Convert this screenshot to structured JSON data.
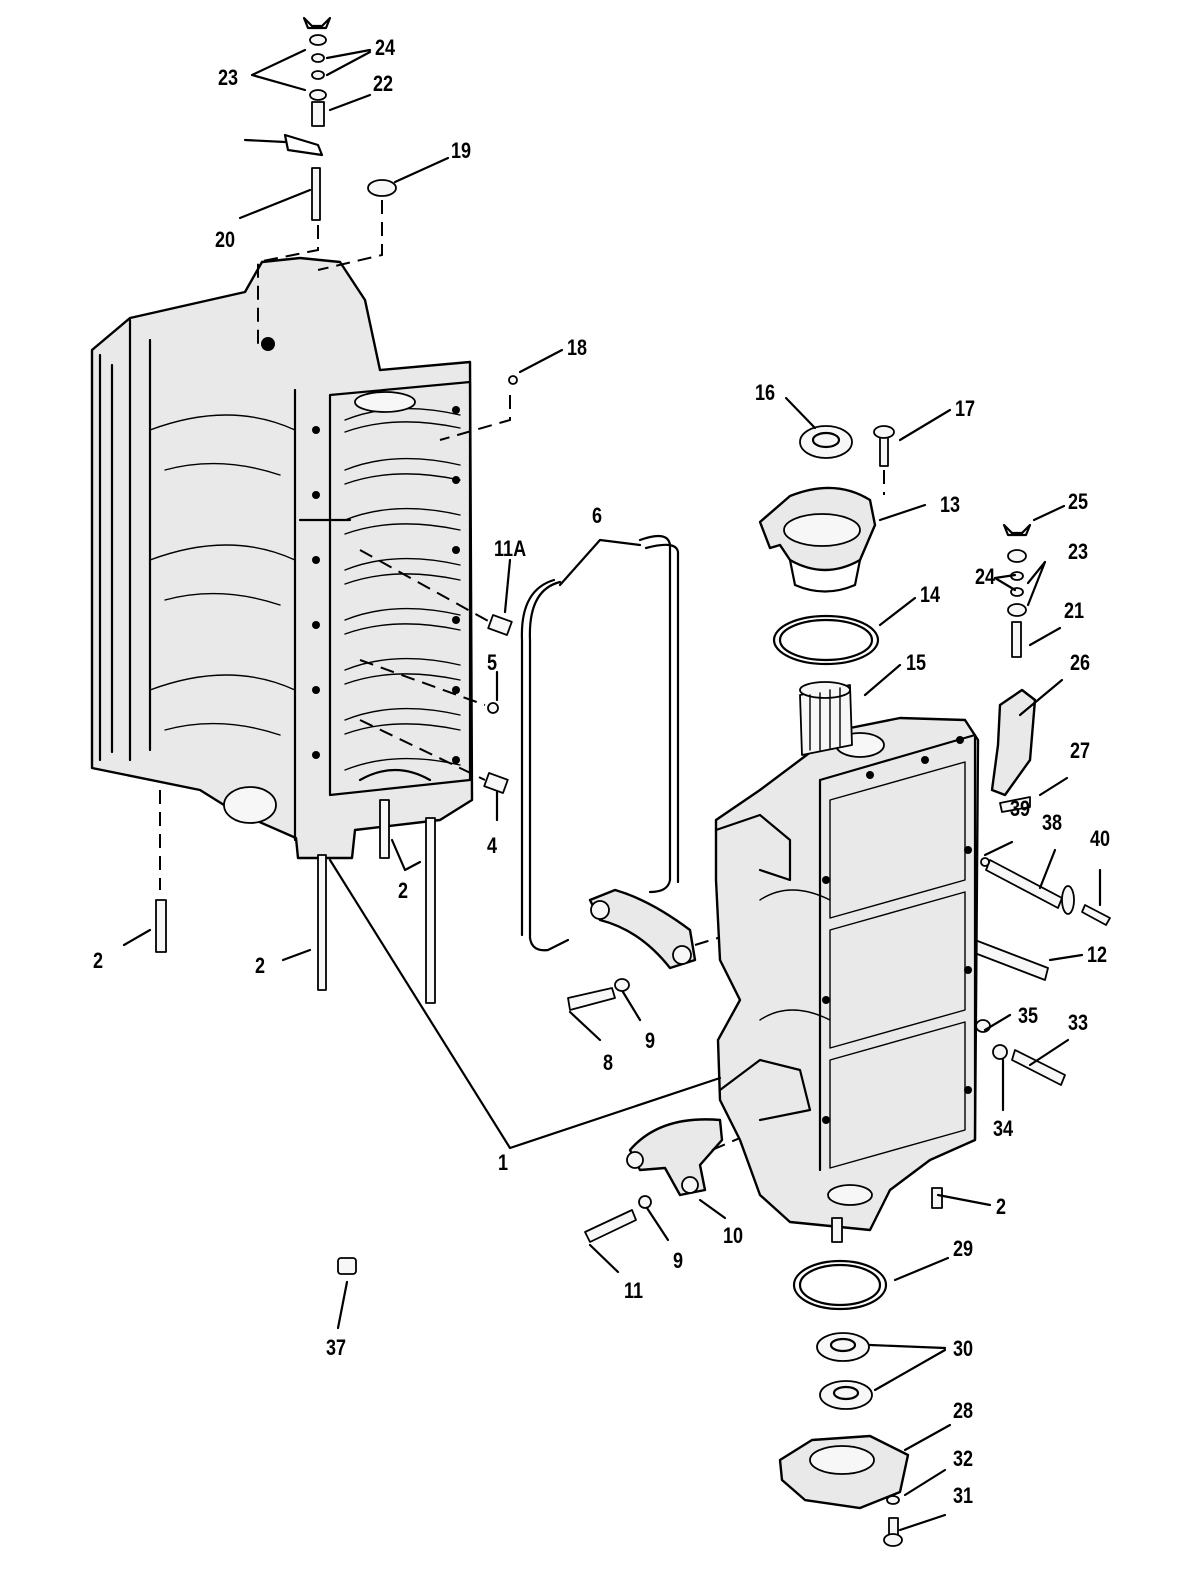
{
  "diagram": {
    "callouts": [
      {
        "id": "c1",
        "text": "1"
      },
      {
        "id": "c2a",
        "text": "2"
      },
      {
        "id": "c2b",
        "text": "2"
      },
      {
        "id": "c2c",
        "text": "2"
      },
      {
        "id": "c2d",
        "text": "2"
      },
      {
        "id": "c4",
        "text": "4"
      },
      {
        "id": "c5",
        "text": "5"
      },
      {
        "id": "c6",
        "text": "6"
      },
      {
        "id": "c8",
        "text": "8"
      },
      {
        "id": "c9a",
        "text": "9"
      },
      {
        "id": "c9b",
        "text": "9"
      },
      {
        "id": "c10",
        "text": "10"
      },
      {
        "id": "c11",
        "text": "11"
      },
      {
        "id": "c11a",
        "text": "11A"
      },
      {
        "id": "c12",
        "text": "12"
      },
      {
        "id": "c13",
        "text": "13"
      },
      {
        "id": "c14",
        "text": "14"
      },
      {
        "id": "c15",
        "text": "15"
      },
      {
        "id": "c16",
        "text": "16"
      },
      {
        "id": "c17",
        "text": "17"
      },
      {
        "id": "c18",
        "text": "18"
      },
      {
        "id": "c19",
        "text": "19"
      },
      {
        "id": "c20",
        "text": "20"
      },
      {
        "id": "c21",
        "text": "21"
      },
      {
        "id": "c22",
        "text": "22"
      },
      {
        "id": "c23a",
        "text": "23"
      },
      {
        "id": "c23b",
        "text": "23"
      },
      {
        "id": "c24a",
        "text": "24"
      },
      {
        "id": "c24b",
        "text": "24"
      },
      {
        "id": "c25",
        "text": "25"
      },
      {
        "id": "c26",
        "text": "26"
      },
      {
        "id": "c27",
        "text": "27"
      },
      {
        "id": "c28",
        "text": "28"
      },
      {
        "id": "c29",
        "text": "29"
      },
      {
        "id": "c30",
        "text": "30"
      },
      {
        "id": "c31",
        "text": "31"
      },
      {
        "id": "c32",
        "text": "32"
      },
      {
        "id": "c33",
        "text": "33"
      },
      {
        "id": "c34",
        "text": "34"
      },
      {
        "id": "c35",
        "text": "35"
      },
      {
        "id": "c37",
        "text": "37"
      },
      {
        "id": "c38",
        "text": "38"
      },
      {
        "id": "c39",
        "text": "39"
      },
      {
        "id": "c40",
        "text": "40"
      }
    ]
  }
}
